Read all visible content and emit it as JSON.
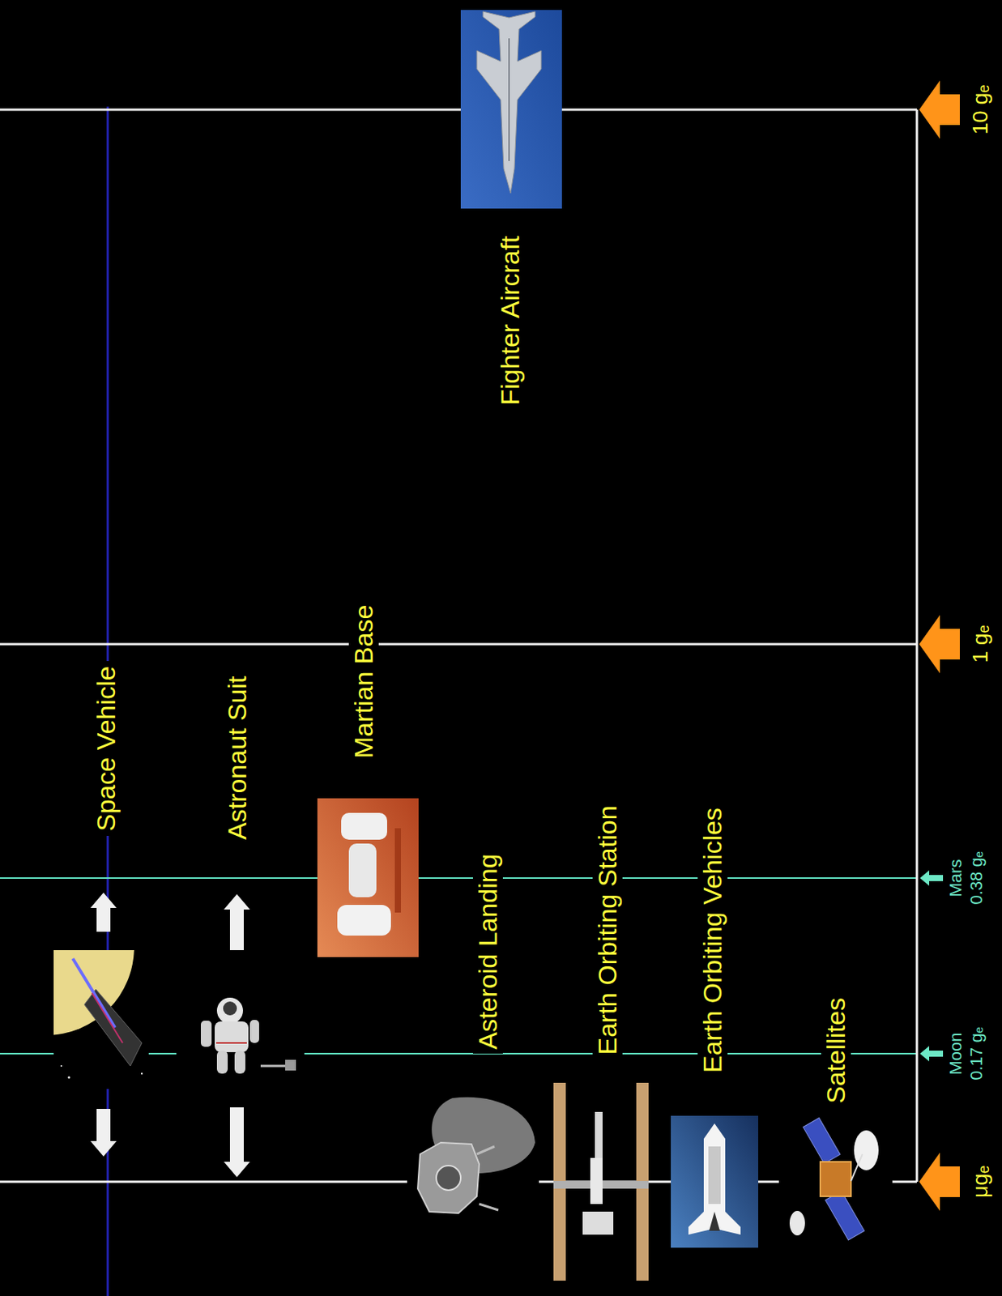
{
  "diagram": {
    "labels": [
      "Space Vehicle",
      "Astronaut Suit",
      "Martian Base",
      "Fighter Aircraft",
      "Asteroid Landing",
      "Earth Orbiting Station",
      "Earth Orbiting Vehicles",
      "Satellites",
      "μgₑ",
      "Moon",
      "0.17 gₑ",
      "Mars",
      "0.38 gₑ",
      "1 gₑ",
      "10 gₑ"
    ]
  }
}
